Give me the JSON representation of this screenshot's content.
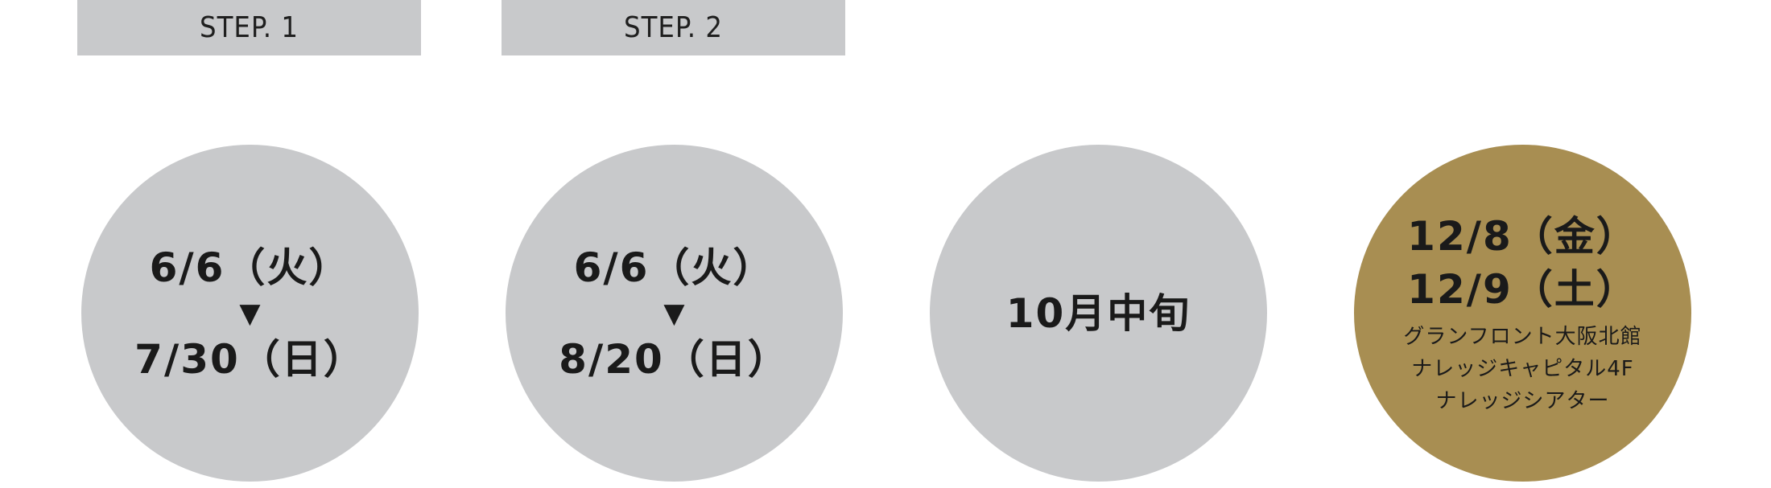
{
  "steps": [
    {
      "label": "STEP. 1"
    },
    {
      "label": "STEP. 2"
    }
  ],
  "circles": [
    {
      "start": "6/6（火）",
      "arrow": "▼",
      "end": "7/30（日）"
    },
    {
      "start": "6/6（火）",
      "arrow": "▼",
      "end": "8/20（日）"
    },
    {
      "text": "10月中旬"
    },
    {
      "line1": "12/8（金）",
      "line2": "12/9（土）",
      "venue": [
        "グランフロント大阪北館",
        "ナレッジキャピタル4F",
        "ナレッジシアター"
      ]
    }
  ],
  "colors": {
    "gray": "#c8c9cb",
    "gold": "#a88e52",
    "text": "#1a1a1a"
  }
}
